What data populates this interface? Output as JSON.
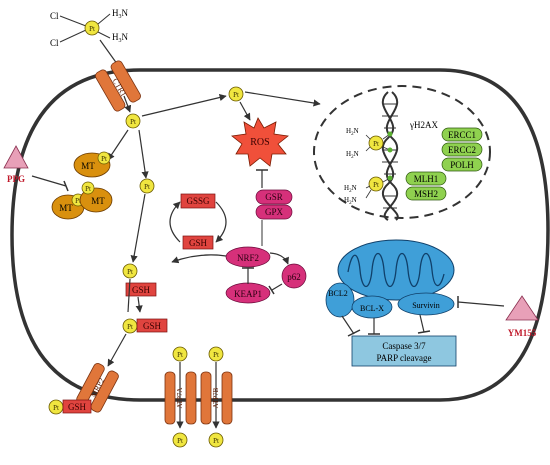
{
  "complex": {
    "cl": "Cl",
    "pt": "Pt",
    "nh": "H",
    "nh_n": "N",
    "nh_sub3": "3",
    "nh_sub2": "2"
  },
  "transporters": {
    "ctr1": "CTR1",
    "mrp2": "MRP2",
    "atp7a": "ATP7A",
    "atp7b": "ATP7B"
  },
  "labels": {
    "pt": "Pt",
    "mt": "MT",
    "ros": "ROS",
    "gssg": "GSSG",
    "gsh": "GSH",
    "gsr": "GSR",
    "gpx": "GPX",
    "nrf2": "NRF2",
    "keap1": "KEAP1",
    "p62": "p62",
    "ppg": "PPG",
    "ym155": "YM155"
  },
  "nucleus": {
    "gamma_h2ax": "γH2AX",
    "proteins": [
      "ERCC1",
      "ERCC2",
      "POLH",
      "MLH1",
      "MSH2"
    ]
  },
  "mito": {
    "bcl2": "BCL2",
    "bclx": "BCL-X",
    "survivin": "Survivin",
    "caspase_line1": "Caspase 3/7",
    "caspase_line2": "PARP cleavage"
  },
  "colors": {
    "cell_outline": "#333333",
    "pt_fill": "#f0e640",
    "mt_fill": "#d9900e",
    "transporter_fill": "#e0763a",
    "gsh_fill": "#e0443f",
    "ros_fill": "#f0503a",
    "keap_fill": "#d6307a",
    "nucleus_protein_fill": "#8fd14f",
    "mito_fill": "#3f9fd8",
    "caspase_fill": "#8ec7e0",
    "inhibitor_fill": "#e8a0b8",
    "inhibitor_text": "#c0182a"
  }
}
